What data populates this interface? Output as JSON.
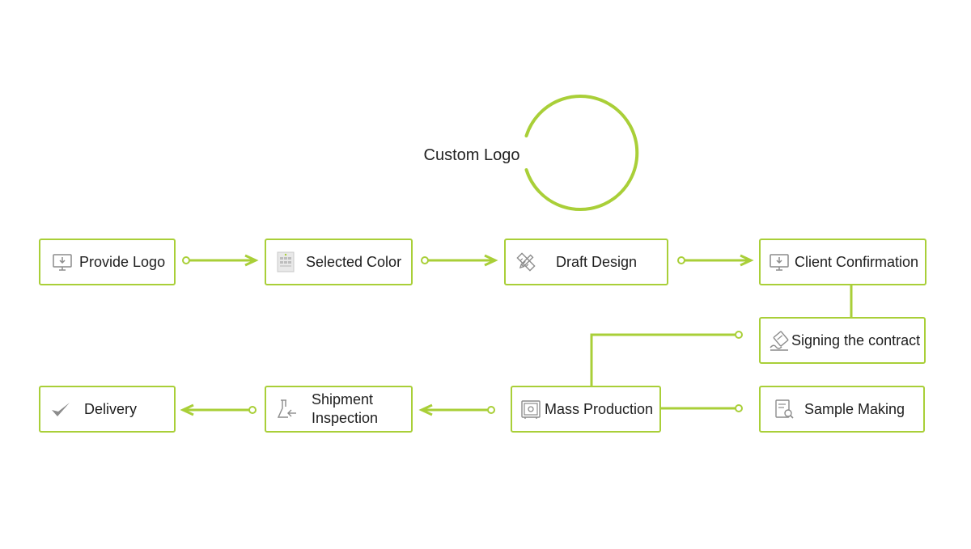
{
  "diagram": {
    "title": "Custom Logo",
    "accent_color": "#a9cf38",
    "icon_color": "#8c8c8c",
    "steps": [
      {
        "label": "Provide Logo",
        "icon": "monitor-download-icon"
      },
      {
        "label": "Selected Color",
        "icon": "color-swatch-icon"
      },
      {
        "label": "Draft Design",
        "icon": "pencil-ruler-icon"
      },
      {
        "label": "Client Confirmation",
        "icon": "monitor-download-icon"
      },
      {
        "label": "Signing the contract",
        "icon": "signature-icon"
      },
      {
        "label": "Sample Making",
        "icon": "document-search-icon"
      },
      {
        "label": "Mass Production",
        "icon": "safe-icon"
      },
      {
        "label": "Shipment Inspection",
        "icon": "flask-icon"
      },
      {
        "label": "Delivery",
        "icon": "checkmark-icon"
      }
    ]
  }
}
